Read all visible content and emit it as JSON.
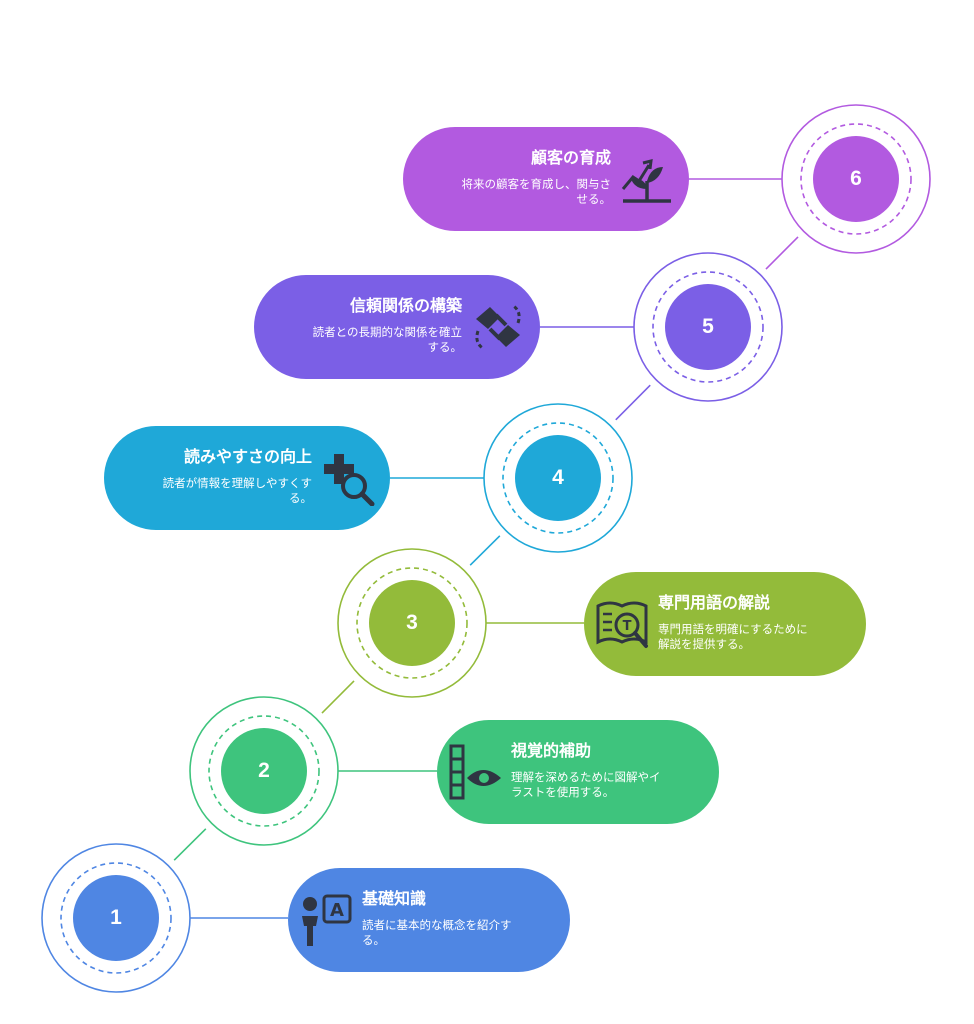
{
  "steps": [
    {
      "number": "1",
      "title": "基礎知識",
      "desc": [
        "読者に基本的な概念を紹介す",
        "る。"
      ],
      "color": "#4f86e3",
      "icon": "person-letter-icon"
    },
    {
      "number": "2",
      "title": "視覚的補助",
      "desc": [
        "理解を深めるために図解やイ",
        "ラストを使用する。"
      ],
      "color": "#3ec47d",
      "icon": "chart-eye-icon"
    },
    {
      "number": "3",
      "title": "専門用語の解説",
      "desc": [
        "専門用語を明確にするために",
        "解説を提供する。"
      ],
      "color": "#93bb3a",
      "icon": "book-magnifier-icon"
    },
    {
      "number": "4",
      "title": "読みやすさの向上",
      "desc": [
        "読者が情報を理解しやすくす",
        "る。"
      ],
      "color": "#1fa8d8",
      "icon": "plus-search-icon"
    },
    {
      "number": "5",
      "title": "信頼関係の構築",
      "desc": [
        "読者との長期的な関係を確立",
        "する。"
      ],
      "color": "#7b5fe6",
      "icon": "handshake-icon"
    },
    {
      "number": "6",
      "title": "顧客の育成",
      "desc": [
        "将来の顧客を育成し、関与さ",
        "せる。"
      ],
      "color": "#b25ae0",
      "icon": "plant-growth-icon"
    }
  ]
}
